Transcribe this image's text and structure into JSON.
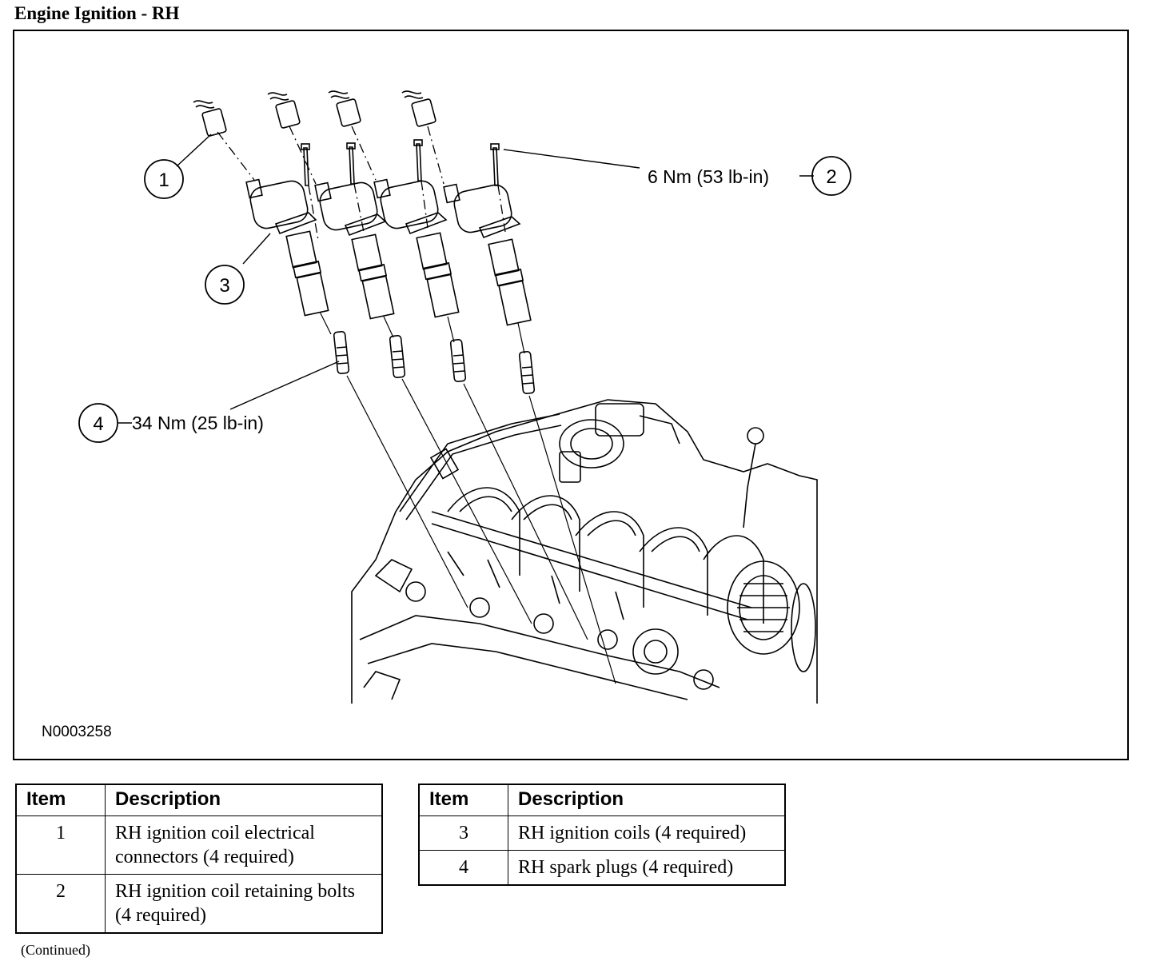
{
  "title": "Engine Ignition - RH",
  "figure": {
    "id": "N0003258",
    "callouts": {
      "c1": "1",
      "c2": "2",
      "c3": "3",
      "c4": "4"
    },
    "torque_bolt": "6 Nm (53 lb-in)",
    "torque_plug": "34 Nm (25 lb-in)"
  },
  "legend": {
    "header_item": "Item",
    "header_description": "Description",
    "rows": [
      {
        "item": "1",
        "description": "RH ignition coil electrical connectors (4 required)"
      },
      {
        "item": "2",
        "description": "RH ignition coil retaining bolts (4 required)"
      },
      {
        "item": "3",
        "description": "RH ignition coils (4 required)"
      },
      {
        "item": "4",
        "description": "RH spark plugs (4 required)"
      }
    ]
  },
  "continued_note": "(Continued)"
}
